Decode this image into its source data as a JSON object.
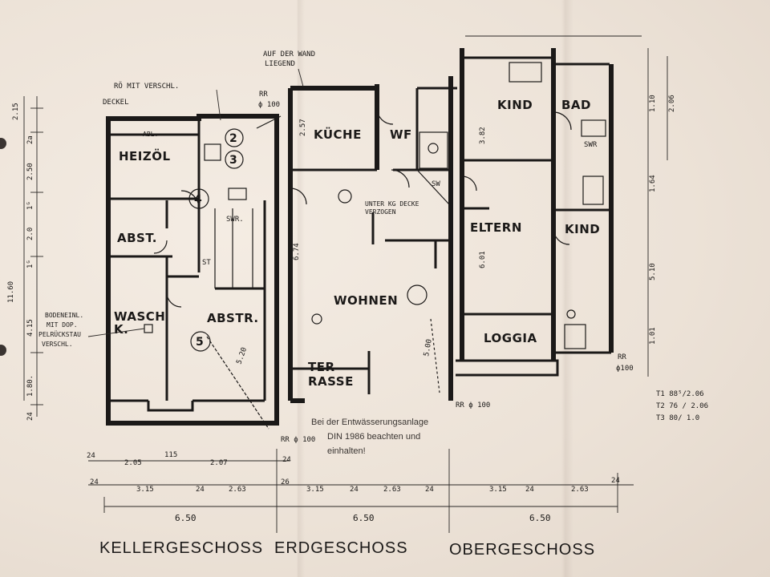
{
  "rooms": {
    "kellergeschoss": {
      "heizoel": "HEIZÖL",
      "abl": "ABL.",
      "abst": "ABST.",
      "wasch": "WASCH",
      "k": "K.",
      "abstr": "ABSTR."
    },
    "erdgeschoss": {
      "kueche": "KÜCHE",
      "wf": "WF",
      "wohnen": "WOHNEN",
      "terrasse_1": "TER",
      "terrasse_2": "RASSE"
    },
    "obergeschoss": {
      "kind_1": "KIND",
      "bad": "BAD",
      "eltern": "ELTERN",
      "kind_2": "KIND",
      "loggia": "LOGGIA"
    }
  },
  "circled_numbers": [
    "2",
    "3",
    "4",
    "5"
  ],
  "handwritten_notes": {
    "roe_1": "RÖ MIT VERSCHL.",
    "roe_2": "DECKEL",
    "wand_1": "AUF DER WAND",
    "wand_2": "LIEGEND",
    "decke_1": "UNTER KG DECKE",
    "decke_2": "VERZOGEN",
    "boden_1": "BODENEINL.",
    "boden_2": "MIT DOP.",
    "boden_3": "PELRÜCKSTAU",
    "boden_4": "VERSCHL.",
    "rr_100_a": "RR",
    "rr_100_b": "ϕ 100",
    "rr_100_c": "RR ϕ 100",
    "rr_100_d": "RR ϕ 100",
    "rr_100_e": "RR",
    "rr_100_f": "ϕ100",
    "swr_1": "SWR.",
    "swr_2": "SWR",
    "sw": "SW",
    "st": "ST"
  },
  "door_legend": [
    "T1 88⁵/2.06",
    "T2 76 / 2.06",
    "T3 80/ 1.0"
  ],
  "drainage_note": {
    "line1": "Bei der Entwässerungsanlage",
    "line2": "DIN 1986 beachten und",
    "line3": "einhalten!"
  },
  "dimensions": {
    "left_vertical": [
      "2.15",
      "2a",
      "2.50",
      "1ᴳ",
      "2.0",
      "1ᴳ",
      "11.60",
      "4.15",
      "1.80.",
      "24"
    ],
    "bottom_row1": [
      "24",
      "2.05",
      "115",
      "2.07",
      "24"
    ],
    "bottom_row2": [
      "24",
      "3.15",
      "24",
      "2.63",
      "26",
      "3.15",
      "24",
      "2.63",
      "24",
      "3.15",
      "24",
      "2.63",
      "24"
    ],
    "bottom_totals": [
      "6.50",
      "6.50",
      "6.50"
    ],
    "right_vertical": [
      "1.10",
      "2.06",
      "1.64",
      "5.10",
      "1.01"
    ],
    "misc": [
      "3.82",
      "6.01",
      "6.74",
      "5.20",
      "5.00",
      "2.57"
    ]
  },
  "floor_titles": [
    "KELLERGESCHOSS",
    "ERDGESCHOSS",
    "OBERGESCHOSS"
  ]
}
